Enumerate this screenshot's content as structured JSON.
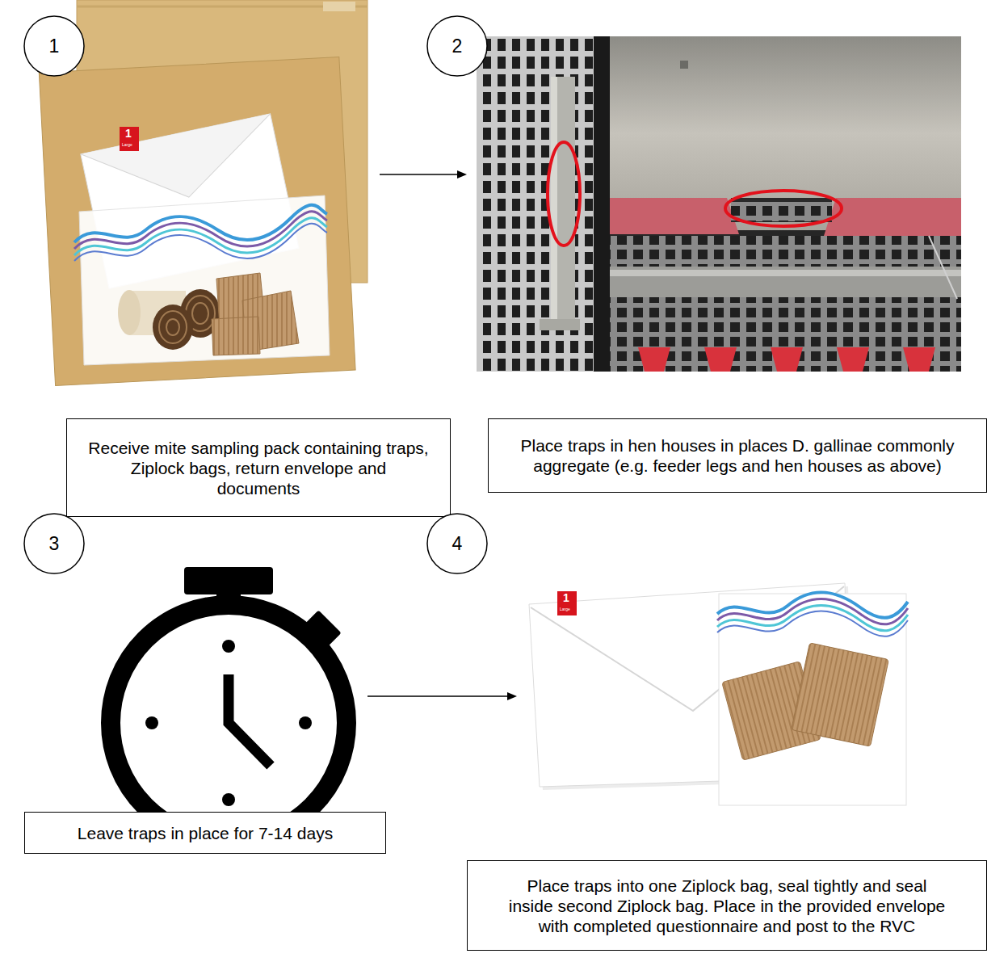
{
  "diagram": {
    "nodes": [
      {
        "text": [
          "1"
        ]
      },
      {
        "text": [
          "2"
        ]
      },
      {
        "text": [
          "Receive mite sampling pack containing traps, Ziplock bags, return envelope and documents"
        ]
      },
      {
        "text": [
          "Place traps in hen houses in places D. gallinae commonly aggregate (e.g. feeder legs and hen houses as above)"
        ]
      },
      {
        "text": [
          "3"
        ]
      },
      {
        "text": [
          "4"
        ]
      },
      {
        "text": [
          "Leave traps in place for 7-14 days"
        ]
      },
      {
        "text": [
          "Place traps into one Ziplock bag, seal tightly and seal inside second Ziplock bag. Place in the provided envelope with completed questionnaire and post to the RVC"
        ]
      }
    ],
    "labels": [
      "1",
      "Large",
      "1",
      "Large"
    ]
  }
}
